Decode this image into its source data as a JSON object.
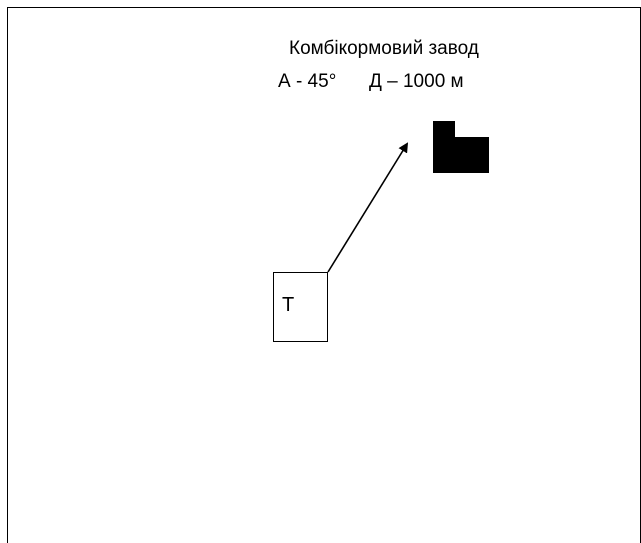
{
  "target": {
    "name": "Комбікормовий завод",
    "azimuth": "А - 45°",
    "distance": "Д – 1000 м"
  },
  "observation_post": {
    "label": "Т"
  },
  "icons": {
    "target_symbol": "factory-icon",
    "bearing_arrow": "arrow-icon"
  },
  "colors": {
    "ink": "#000000",
    "background": "#ffffff"
  }
}
